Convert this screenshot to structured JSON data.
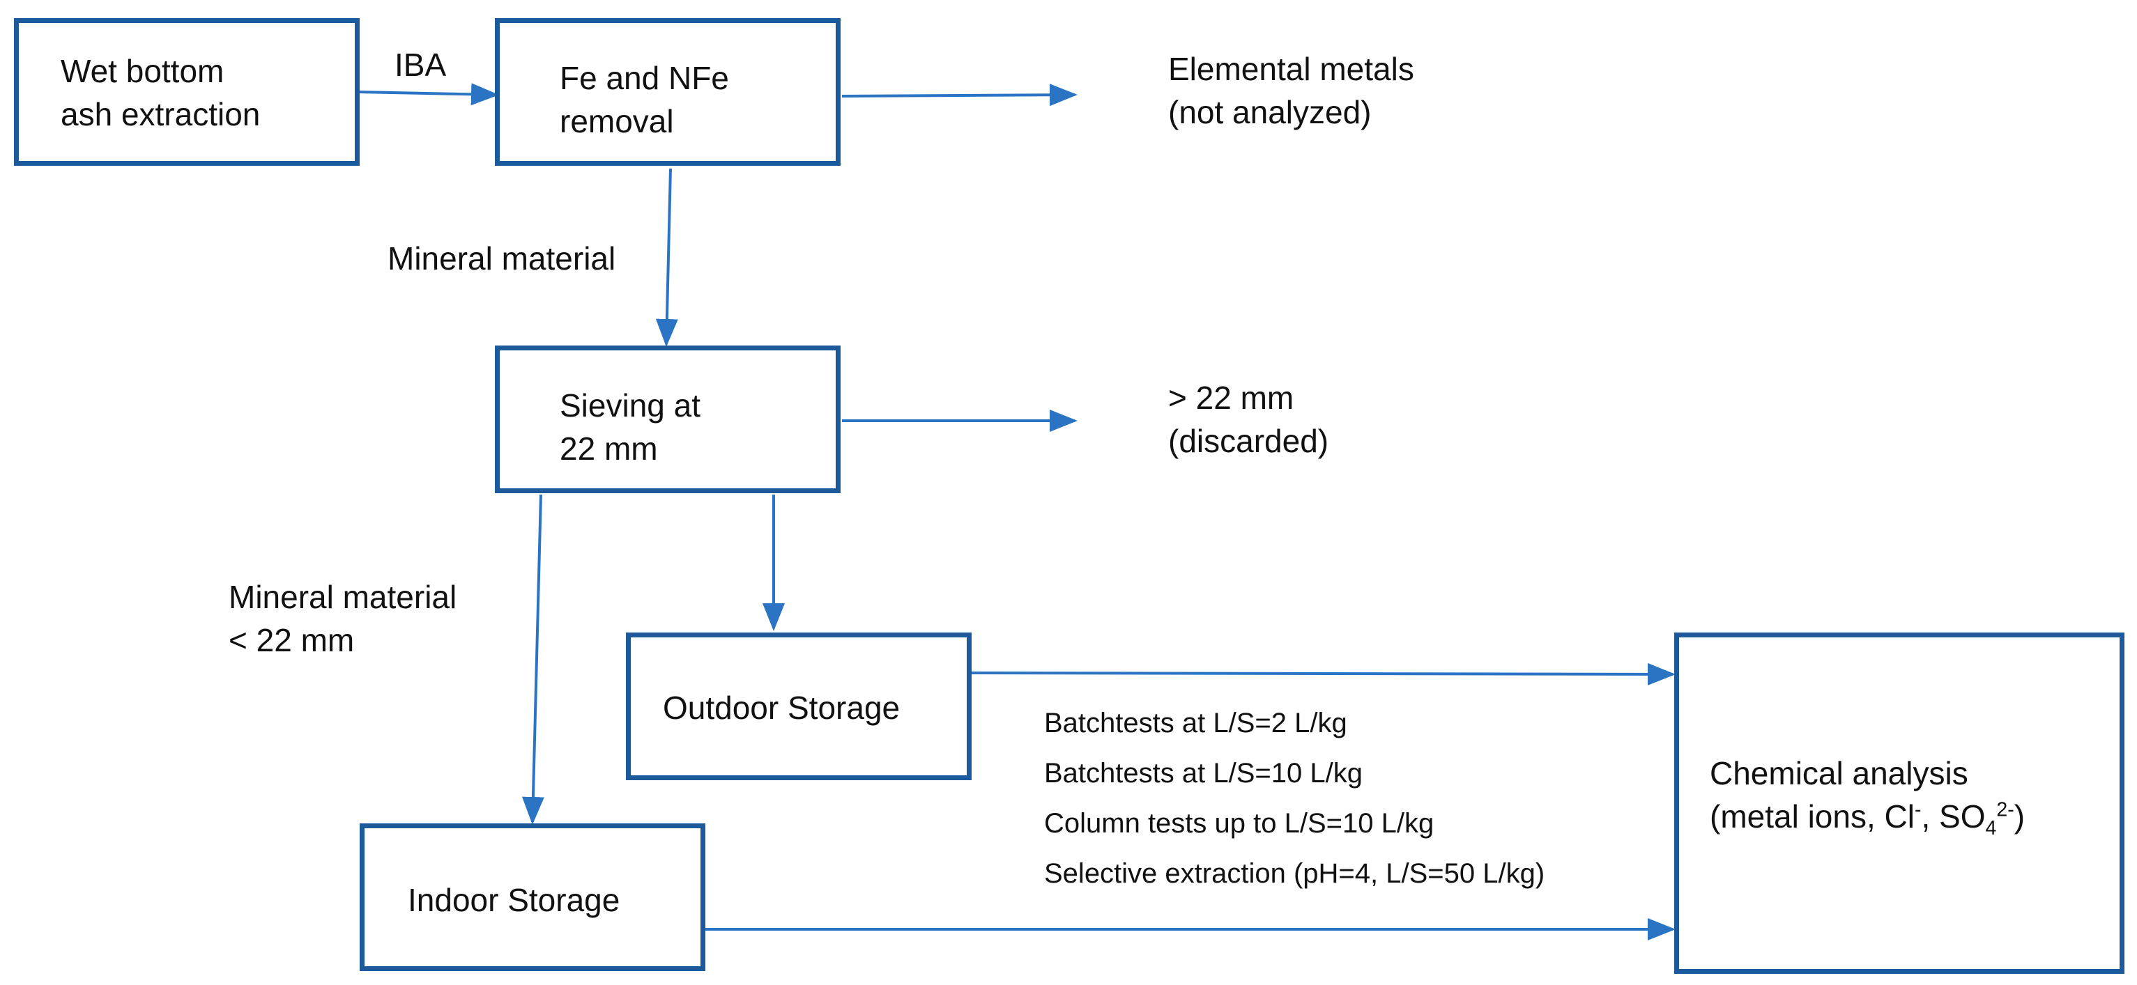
{
  "colors": {
    "box_border": "#1d5a9c",
    "arrow": "#2b74c4",
    "text": "#111111"
  },
  "boxes": {
    "wet_bottom_ash": [
      "Wet bottom",
      "ash extraction"
    ],
    "fe_nfe_removal": [
      "Fe and NFe",
      "removal"
    ],
    "sieving": [
      "Sieving at",
      "22 mm"
    ],
    "outdoor_storage": "Outdoor Storage",
    "indoor_storage": "Indoor Storage",
    "chemical_analysis": {
      "line1": "Chemical analysis",
      "line2_prefix": "(metal ions, Cl",
      "line2_sup1": "-",
      "line2_mid": ", SO",
      "line2_sub": "4",
      "line2_sup2": "2-",
      "line2_suffix": ")"
    }
  },
  "labels": {
    "iba": "IBA",
    "elemental_metals": [
      "Elemental metals",
      "(not analyzed)"
    ],
    "mineral_material": "Mineral material",
    "oversize": [
      "> 22 mm",
      "(discarded)"
    ],
    "mineral_material_fine": [
      "Mineral material",
      "< 22 mm"
    ]
  },
  "tests": [
    "Batchtests at L/S=2 L/kg",
    "Batchtests at L/S=10 L/kg",
    "Column tests up to L/S=10 L/kg",
    "Selective extraction (pH=4, L/S=50 L/kg)"
  ]
}
